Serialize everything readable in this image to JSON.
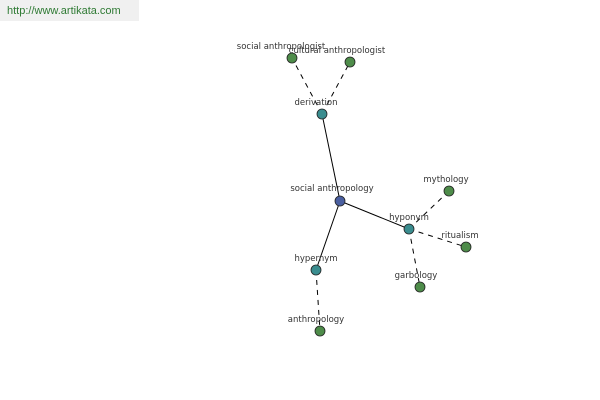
{
  "watermark": {
    "url": "http://www.artikata.com"
  },
  "colors": {
    "center_node": "#4a5fa0",
    "relation_node": "#3a8d8f",
    "term_node": "#4e8c4a",
    "node_stroke": "#222222",
    "edge": "#000000"
  },
  "graph": {
    "center": {
      "id": "center",
      "label": "social anthropology",
      "kind": "center"
    },
    "relations": [
      {
        "id": "derivation",
        "label": "derivation",
        "kind": "relation"
      },
      {
        "id": "hypernym",
        "label": "hypernym",
        "kind": "relation"
      },
      {
        "id": "hyponym",
        "label": "hyponym",
        "kind": "relation"
      }
    ],
    "terms": [
      {
        "id": "social-anthropologist",
        "label": "social anthropologist",
        "parent": "derivation"
      },
      {
        "id": "cultural-anthropologist",
        "label": "cultural anthropologist",
        "parent": "derivation"
      },
      {
        "id": "anthropology",
        "label": "anthropology",
        "parent": "hypernym"
      },
      {
        "id": "mythology",
        "label": "mythology",
        "parent": "hyponym"
      },
      {
        "id": "ritualism",
        "label": "ritualism",
        "parent": "hyponym"
      },
      {
        "id": "garbology",
        "label": "garbology",
        "parent": "hyponym"
      }
    ]
  }
}
